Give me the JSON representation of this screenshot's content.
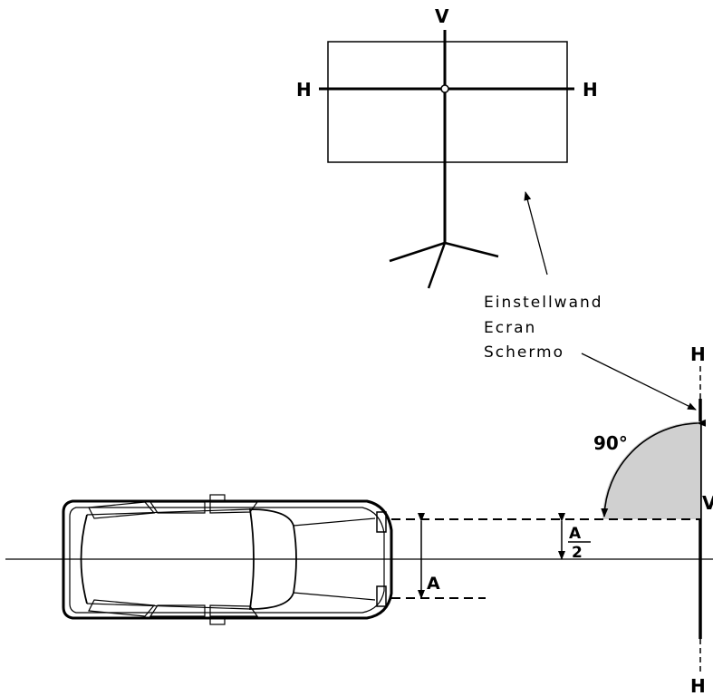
{
  "screen_view": {
    "v_label": "V",
    "h_left_label": "H",
    "h_right_label": "H"
  },
  "screen_names": [
    "Einstellwand",
    "Ecran",
    "Schermo"
  ],
  "wall": {
    "h_top_label": "H",
    "v_label": "V",
    "h_bottom_label": "H"
  },
  "angle_label": "90°",
  "dimension_a": "A",
  "half_a": {
    "numerator": "A",
    "denominator": "2"
  },
  "colors": {
    "line": "#000000",
    "angle_fill": "#d0d0d0"
  }
}
